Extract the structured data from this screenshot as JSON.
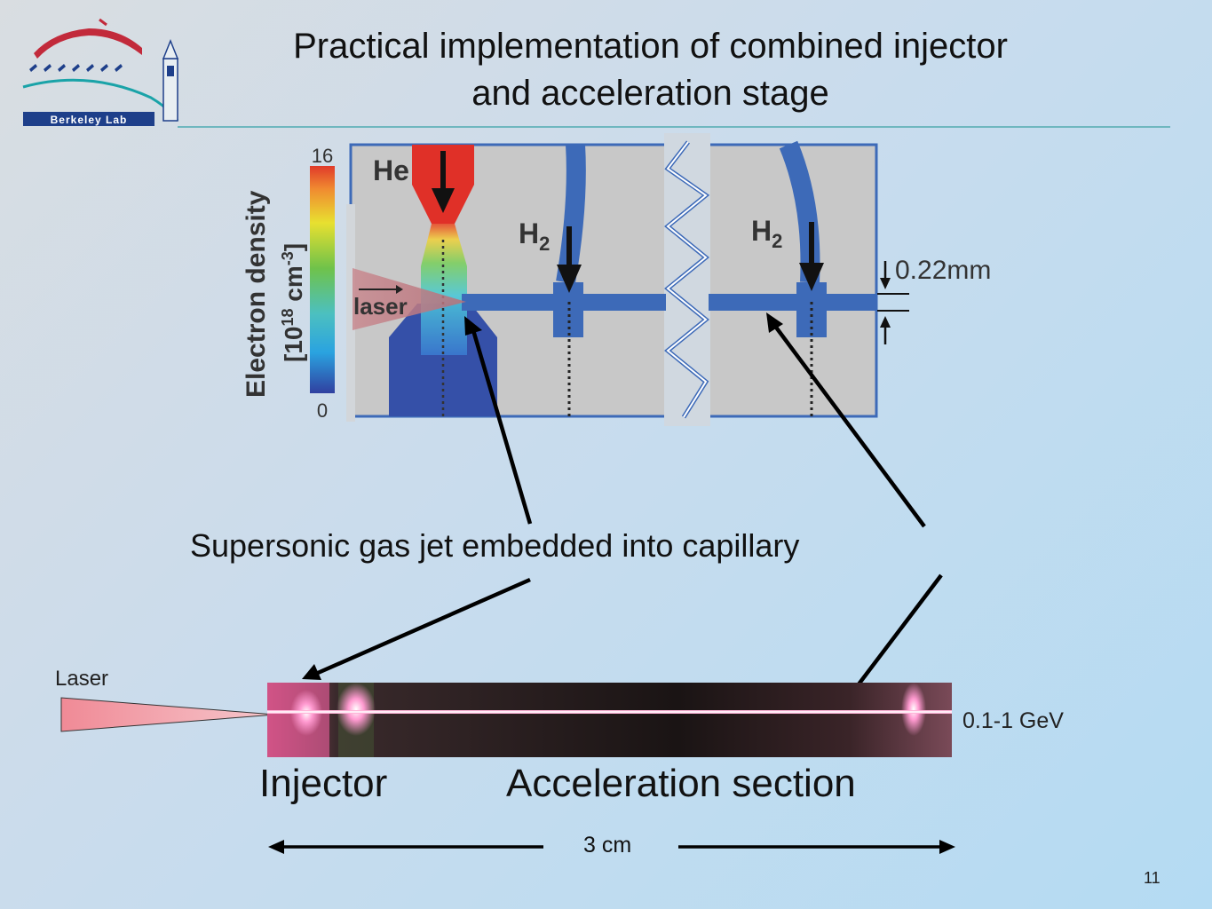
{
  "title": {
    "line1": "Practical implementation of combined injector",
    "line2": "and acceleration stage"
  },
  "logo": {
    "text": "Berkeley Lab"
  },
  "figure": {
    "colorbar_max": "16",
    "colorbar_min": "0",
    "colorbar_label_line1": "Electron density",
    "colorbar_label_line2": "[10",
    "colorbar_label_exp1": "18",
    "colorbar_label_mid": " cm",
    "colorbar_label_exp2": "-3",
    "colorbar_label_end": "]",
    "he_label": "He",
    "h2_label_1": "H",
    "h2_label_2": "H",
    "h2_sub": "2",
    "laser_label": "laser",
    "diameter_label": "0.22mm"
  },
  "caption": "Supersonic gas jet embedded into capillary",
  "bottom": {
    "laser": "Laser",
    "energy": "0.1-1 GeV",
    "injector": "Injector",
    "acceleration": "Acceleration section",
    "length": "3 cm"
  },
  "page_number": "11"
}
